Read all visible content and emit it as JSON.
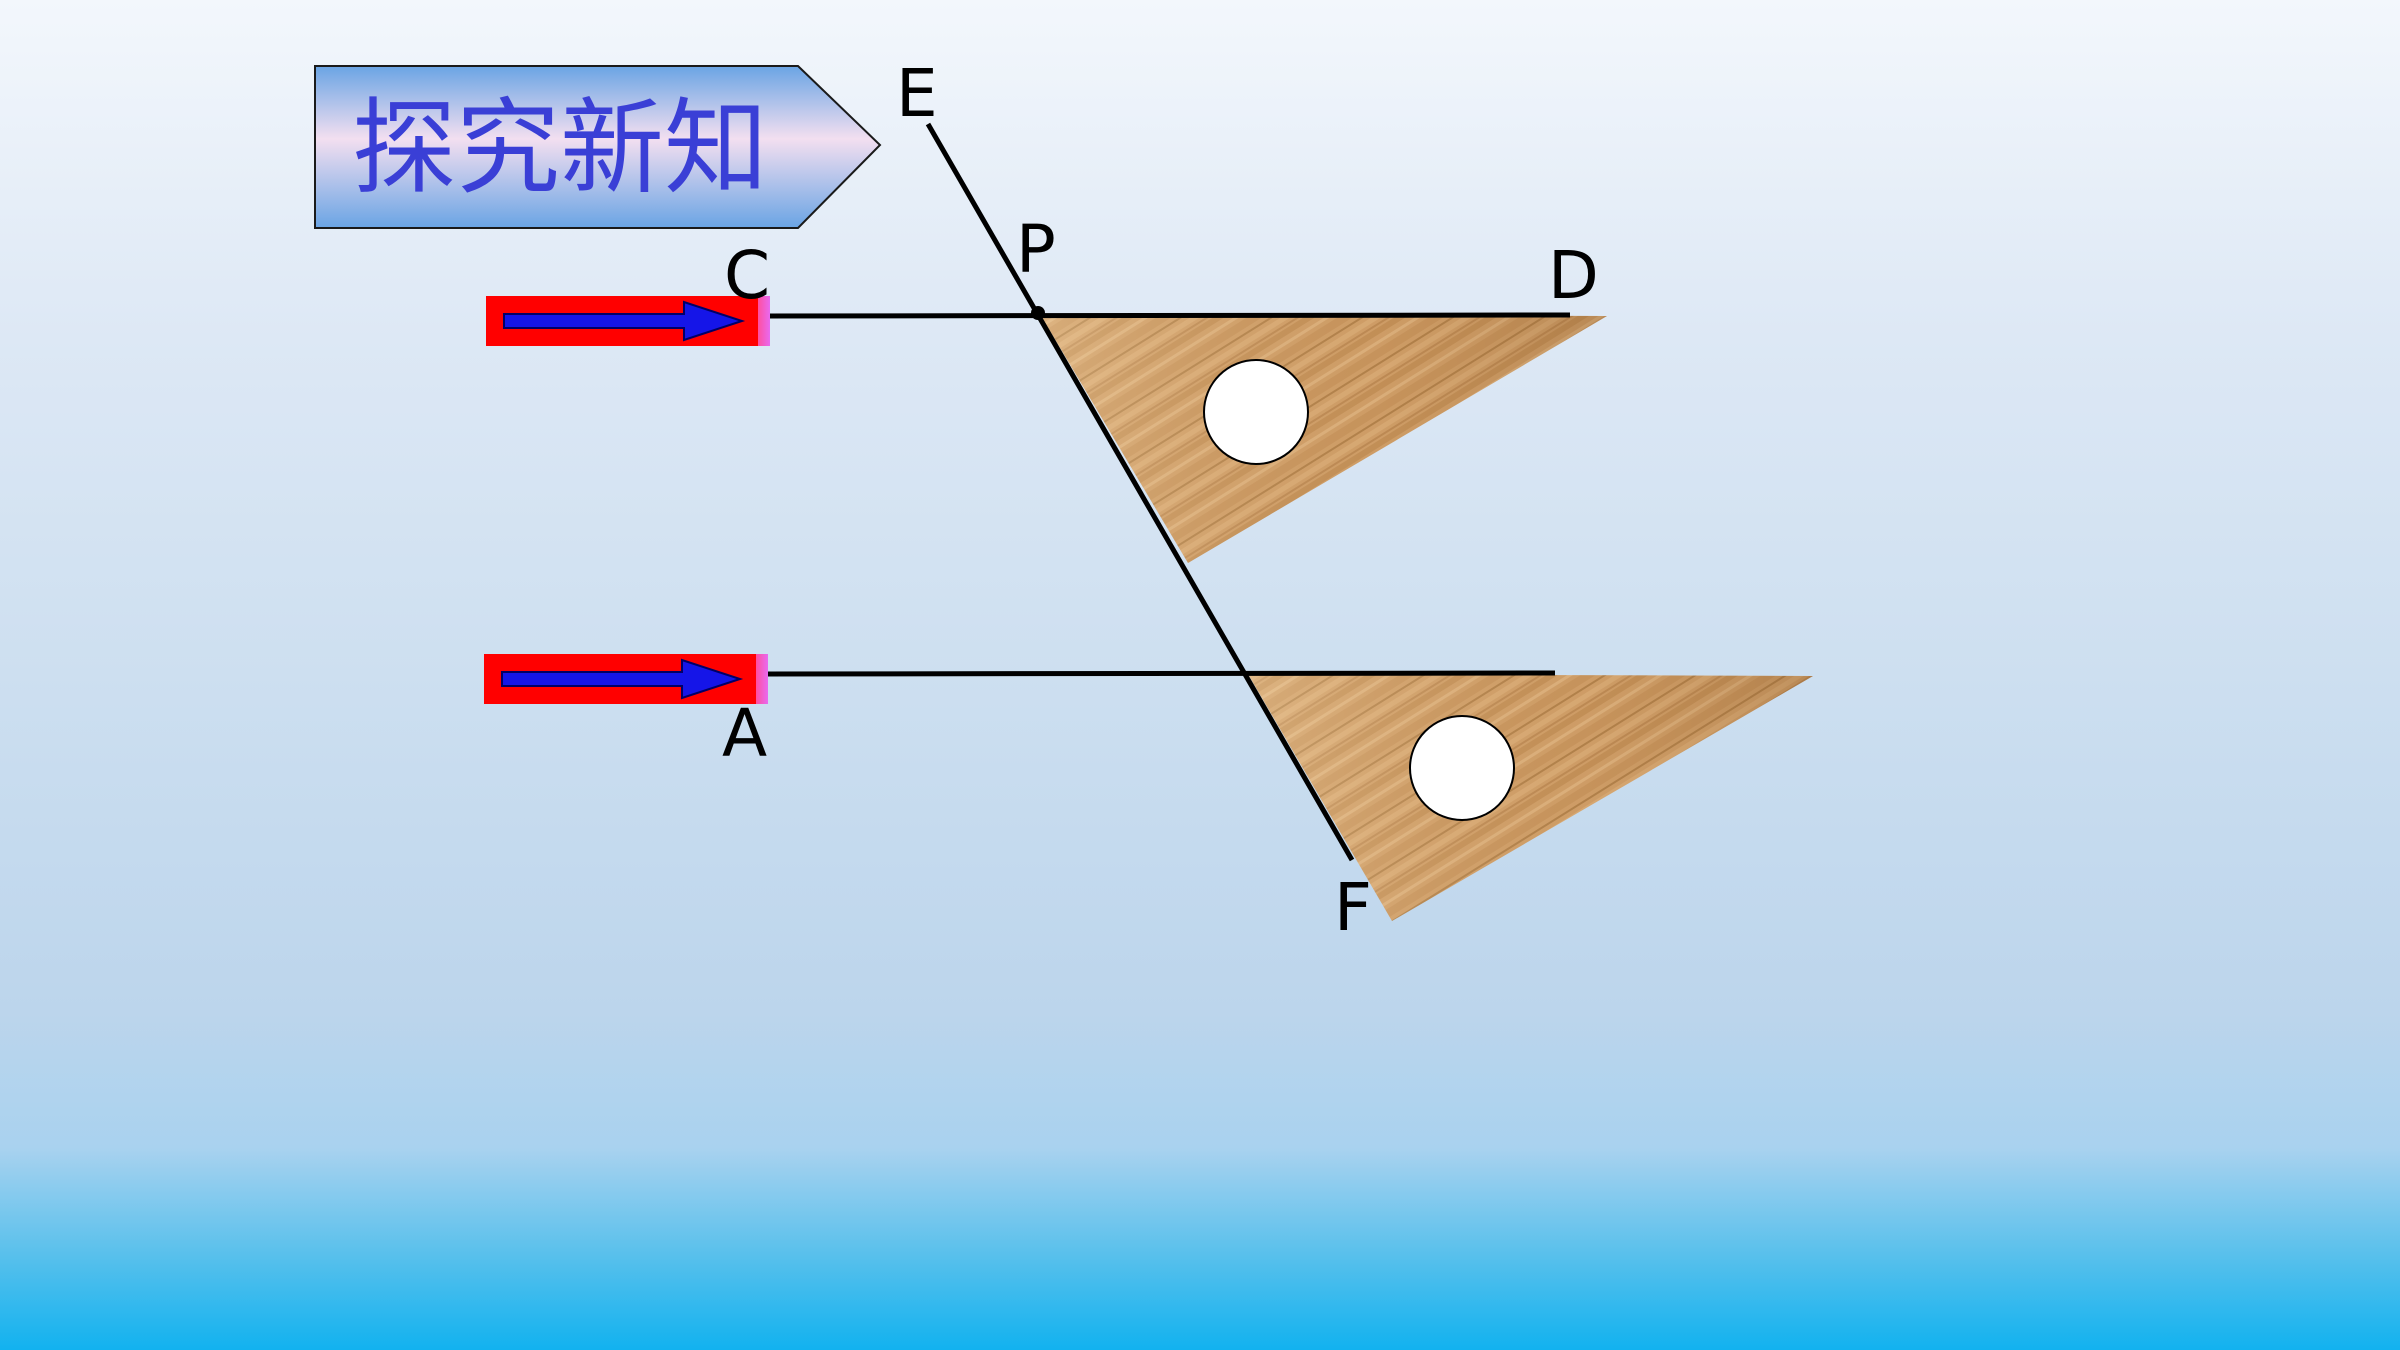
{
  "slide": {
    "title": "探究新知"
  },
  "figure": {
    "point_labels": {
      "E": "E",
      "P": "P",
      "C": "C",
      "D": "D",
      "A": "A",
      "F": "F"
    }
  },
  "colors": {
    "title_text": "#3a3fd6",
    "title_fill_light": "#f3dff0",
    "title_fill_dark": "#6aa4e4",
    "arrow_body": "#ff0000",
    "arrow_blue": "#1515e8",
    "arrow_pink": "#f060e8",
    "wood_light": "#dcae79",
    "wood_dark": "#9a6a35",
    "line": "#000000"
  }
}
